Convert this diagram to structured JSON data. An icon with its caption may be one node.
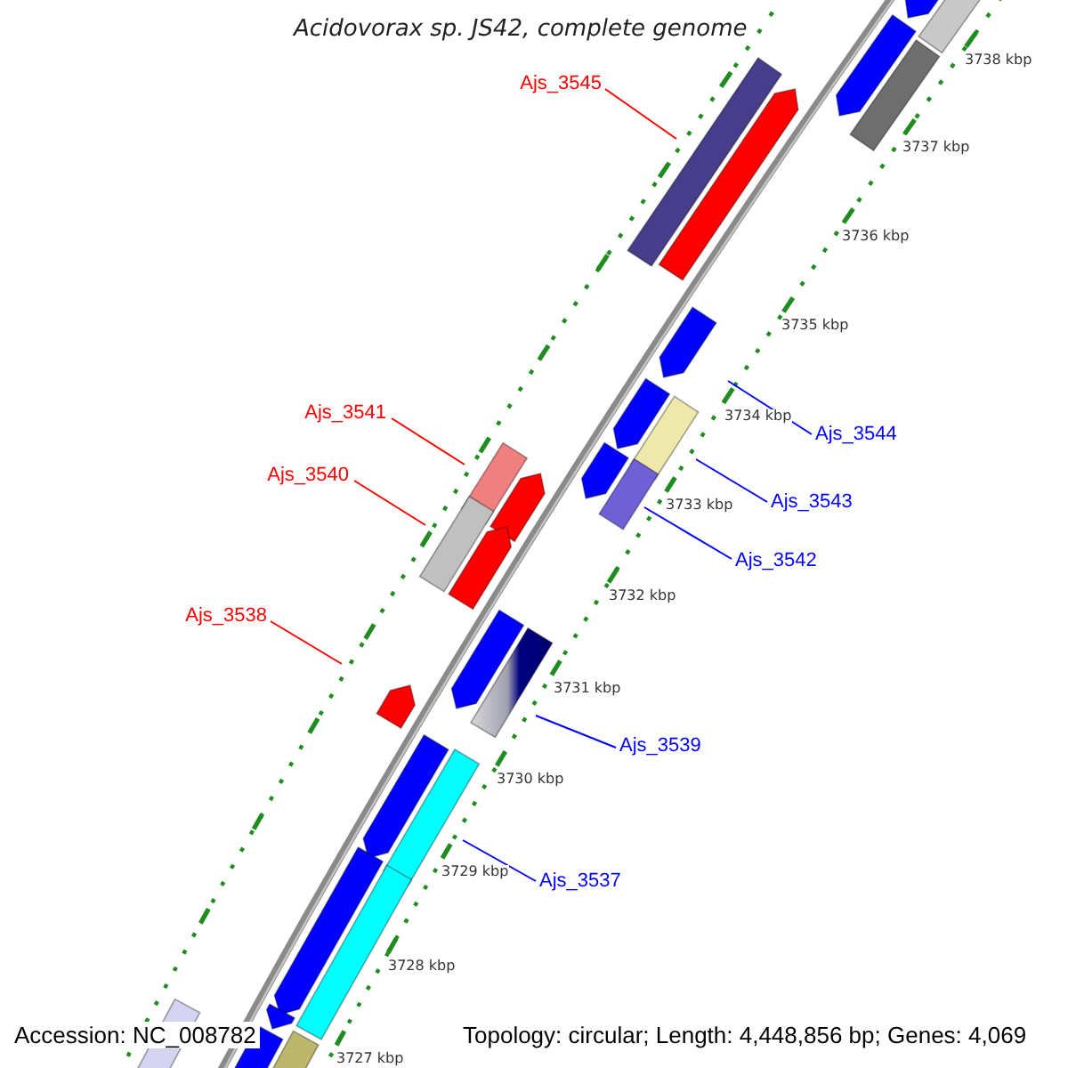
{
  "diagram": {
    "title": "Acidovorax sp. JS42, complete genome",
    "nodes": [
      {
        "text": [
          "Ajs_3545"
        ]
      },
      {
        "text": [
          "Ajs_3541"
        ]
      },
      {
        "text": [
          "Ajs_3544"
        ]
      },
      {
        "text": [
          "Ajs_3540"
        ]
      },
      {
        "text": [
          "Ajs_3543"
        ]
      },
      {
        "text": [
          "Ajs_3542"
        ]
      },
      {
        "text": [
          "Ajs_3538"
        ]
      },
      {
        "text": [
          "Ajs_3539"
        ]
      },
      {
        "text": [
          "Ajs_3537"
        ]
      }
    ],
    "edges": [
      {
        "from": 0,
        "to": null,
        "arrow": "none",
        "color": "#ff0000"
      },
      {
        "from": 1,
        "to": null,
        "arrow": "none",
        "color": "#ff0000"
      },
      {
        "from": 2,
        "to": null,
        "arrow": "none"
      },
      {
        "from": 3,
        "to": null,
        "arrow": "none",
        "color": "#ff0000"
      },
      {
        "from": 4,
        "to": null,
        "arrow": "none"
      },
      {
        "from": 5,
        "to": null,
        "arrow": "none"
      },
      {
        "from": 6,
        "to": null,
        "arrow": "none",
        "color": "#ff0000"
      },
      {
        "from": 7,
        "to": null,
        "arrow": "none"
      },
      {
        "from": 8,
        "to": null,
        "arrow": "none"
      }
    ],
    "labels": [
      "3738 kbp",
      "3737 kbp",
      "3736 kbp",
      "3735 kbp",
      "3734 kbp",
      "3733 kbp",
      "3732 kbp",
      "3731 kbp",
      "3730 kbp",
      "3729 kbp",
      "3728 kbp",
      "3727 kbp",
      "Accession: NC_008782",
      "Topology: circular; Length: 4,448,856 bp; Genes: 4,069"
    ]
  }
}
